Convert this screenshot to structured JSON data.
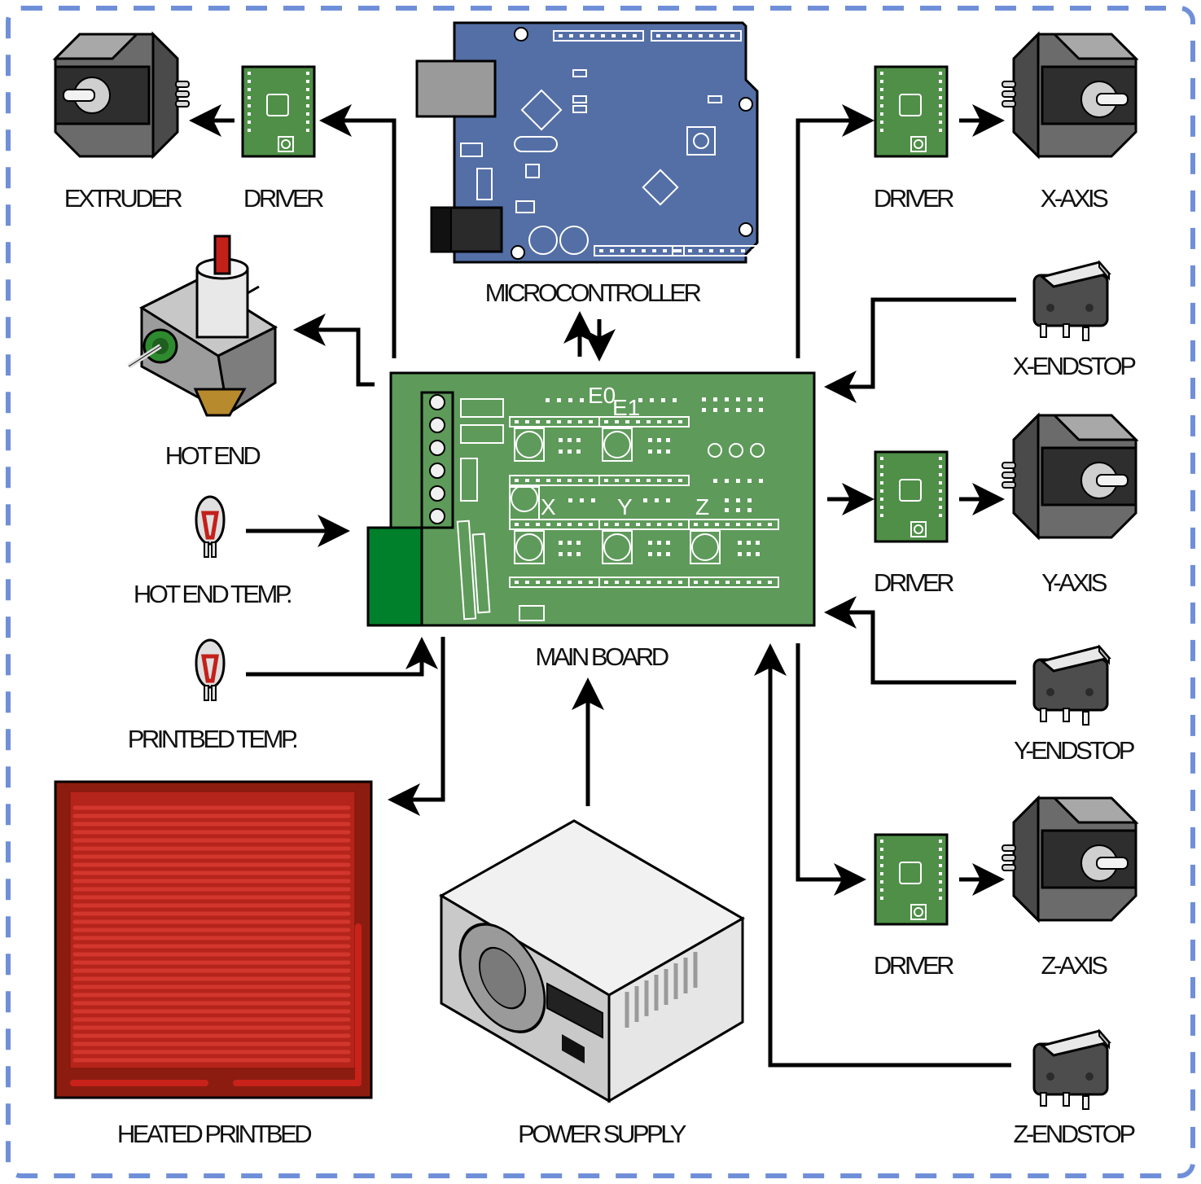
{
  "labels": {
    "extruder": "EXTRUDER",
    "extruder_driver": "DRIVER",
    "microcontroller": "MICROCONTROLLER",
    "x_driver": "DRIVER",
    "x_axis": "X-AXIS",
    "hot_end": "HOT END",
    "x_endstop": "X-ENDSTOP",
    "hot_end_temp": "HOT END TEMP.",
    "y_driver": "DRIVER",
    "y_axis": "Y-AXIS",
    "main_board": "MAIN BOARD",
    "printbed_temp": "PRINTBED TEMP.",
    "y_endstop": "Y-ENDSTOP",
    "z_driver": "DRIVER",
    "z_axis": "Z-AXIS",
    "heated_printbed": "HEATED PRINTBED",
    "power_supply": "POWER SUPPLY",
    "z_endstop": "Z-ENDSTOP"
  },
  "board_marks": {
    "e0": "E0",
    "e1": "E1",
    "x": "X",
    "y": "Y",
    "z": "Z"
  },
  "colors": {
    "border_dash": "#6f8fd8",
    "board_green": "#5e9a5a",
    "dark_green": "#00802b",
    "arduino_blue": "#546fa6",
    "driver_green": "#4f8f48",
    "bed_red": "#c8221a",
    "motor_gray": "#8a8a8a"
  }
}
